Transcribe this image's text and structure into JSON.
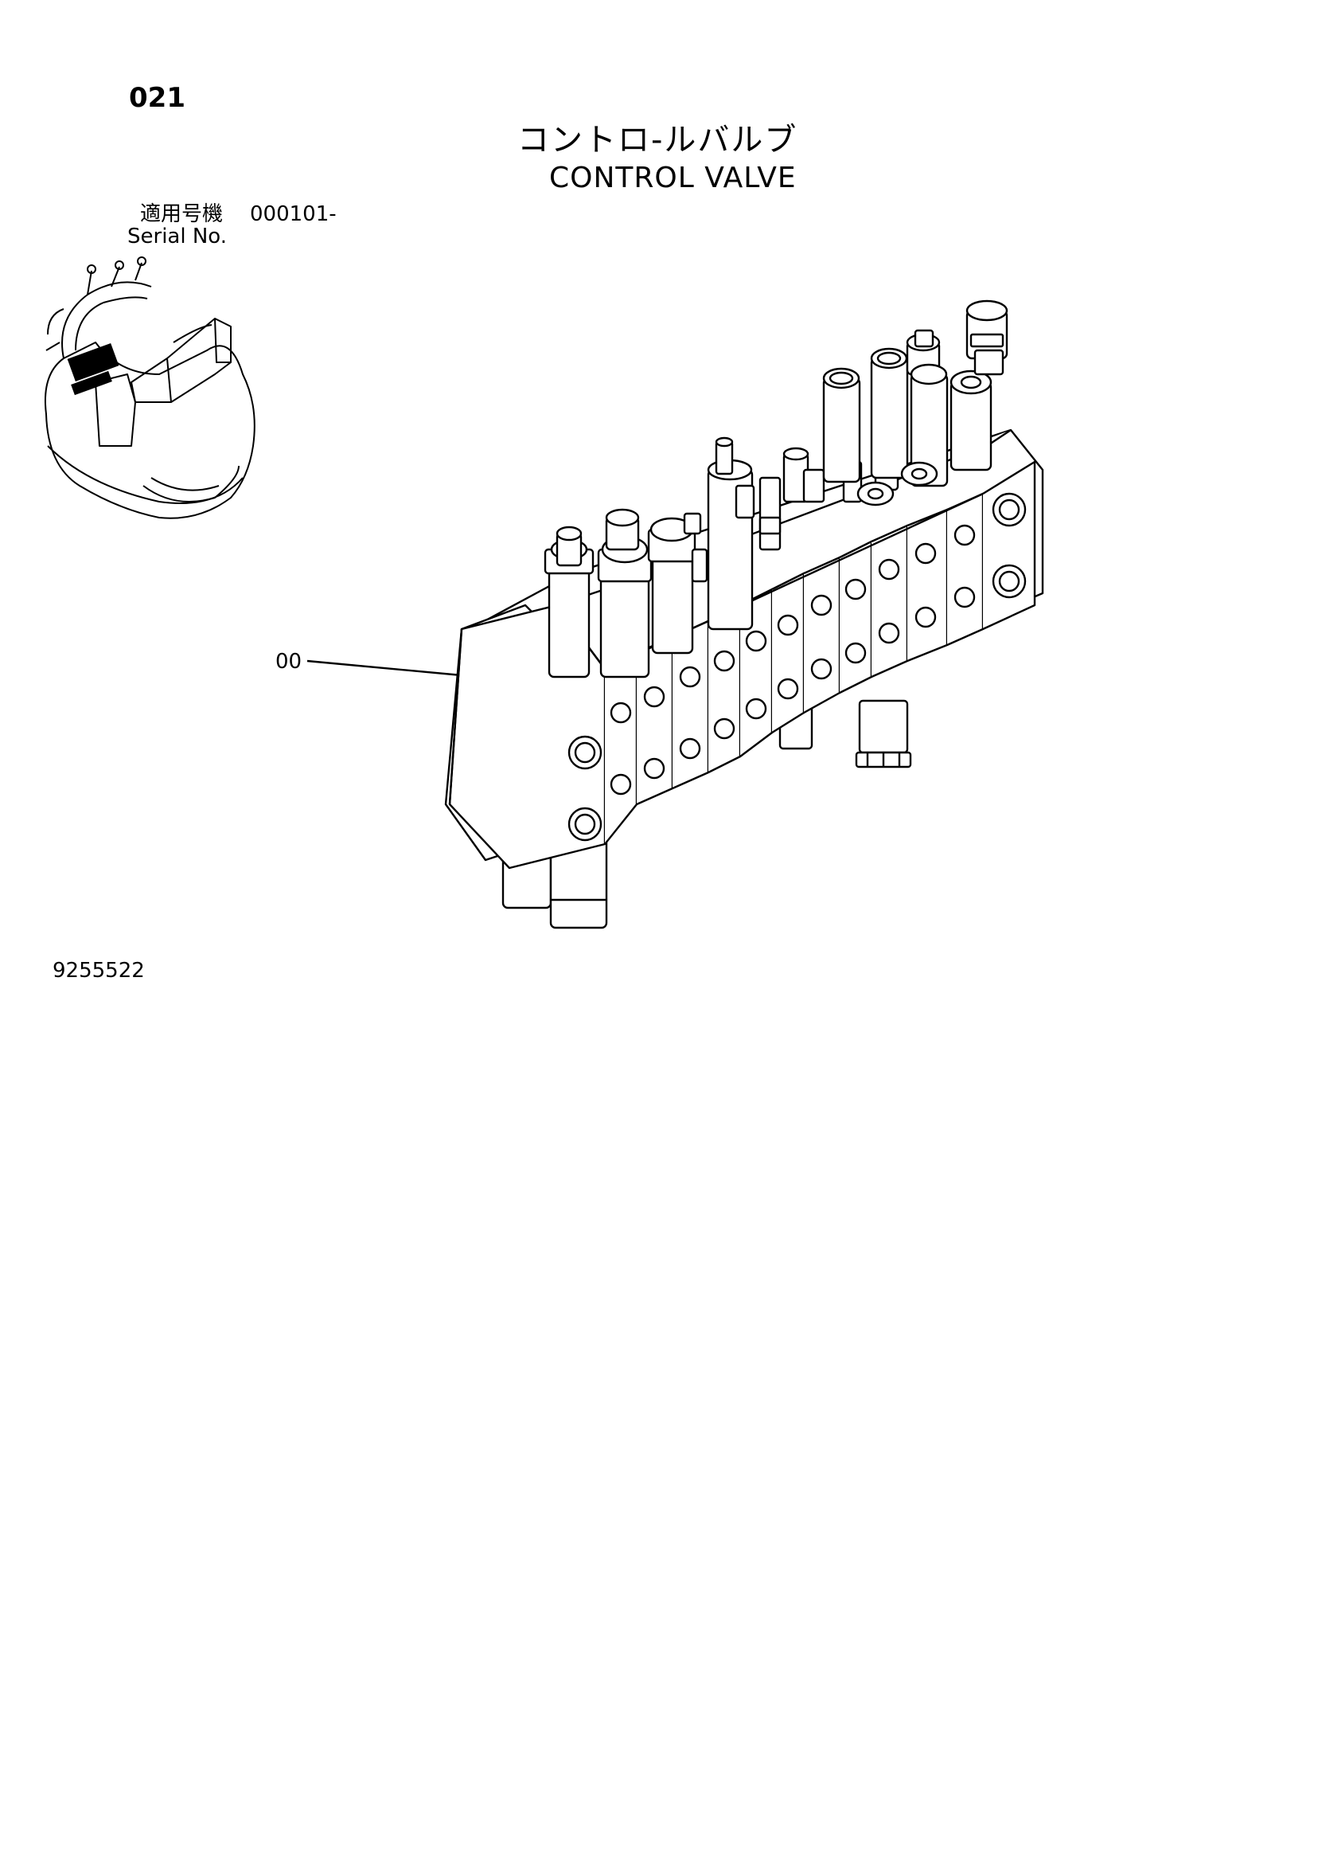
{
  "page_number": "021",
  "title": {
    "japanese": "コントロ-ルバルブ",
    "english": "CONTROL VALVE"
  },
  "serial": {
    "japanese_label": "適用号機",
    "value": "000101-",
    "english_label": "Serial No."
  },
  "callout": {
    "reference": "00"
  },
  "drawing_number": "9255522"
}
